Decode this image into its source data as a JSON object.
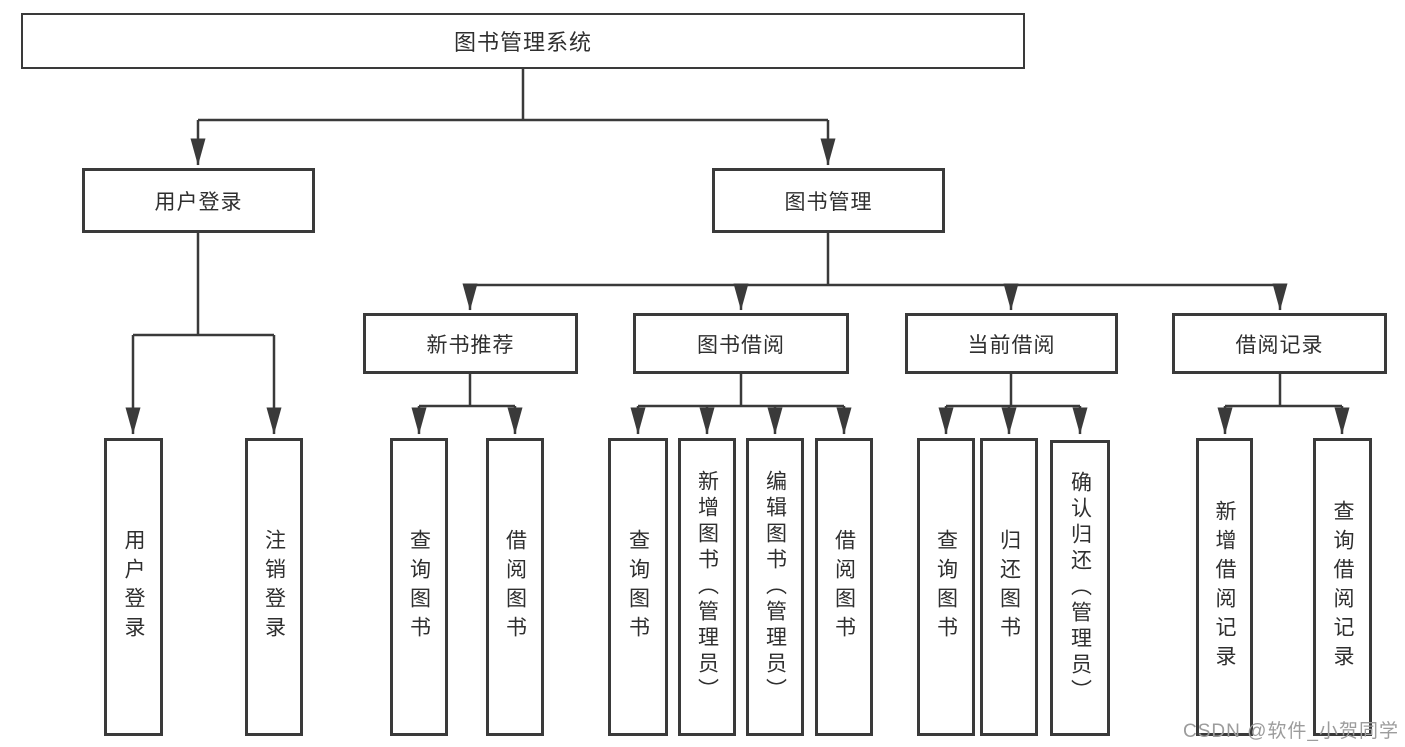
{
  "diagram": {
    "title": "图书管理系统",
    "branches": [
      {
        "label": "用户登录",
        "children": [
          {
            "label": "用户登录"
          },
          {
            "label": "注销登录"
          }
        ]
      },
      {
        "label": "图书管理",
        "children": [
          {
            "label": "新书推荐",
            "children": [
              {
                "label": "查询图书"
              },
              {
                "label": "借阅图书"
              }
            ]
          },
          {
            "label": "图书借阅",
            "children": [
              {
                "label": "查询图书"
              },
              {
                "label": "新增图书（管理员）"
              },
              {
                "label": "编辑图书（管理员）"
              },
              {
                "label": "借阅图书"
              }
            ]
          },
          {
            "label": "当前借阅",
            "children": [
              {
                "label": "查询图书"
              },
              {
                "label": "归还图书"
              },
              {
                "label": "确认归还（管理员）"
              }
            ]
          },
          {
            "label": "借阅记录",
            "children": [
              {
                "label": "新增借阅记录"
              },
              {
                "label": "查询借阅记录"
              }
            ]
          }
        ]
      }
    ]
  },
  "watermark": {
    "text": "CSDN @软件_小贺同学"
  },
  "colors": {
    "line": "#3a3a3a",
    "text": "#2f2f2f",
    "background": "#ffffff",
    "watermark": "#9c9c9c"
  }
}
